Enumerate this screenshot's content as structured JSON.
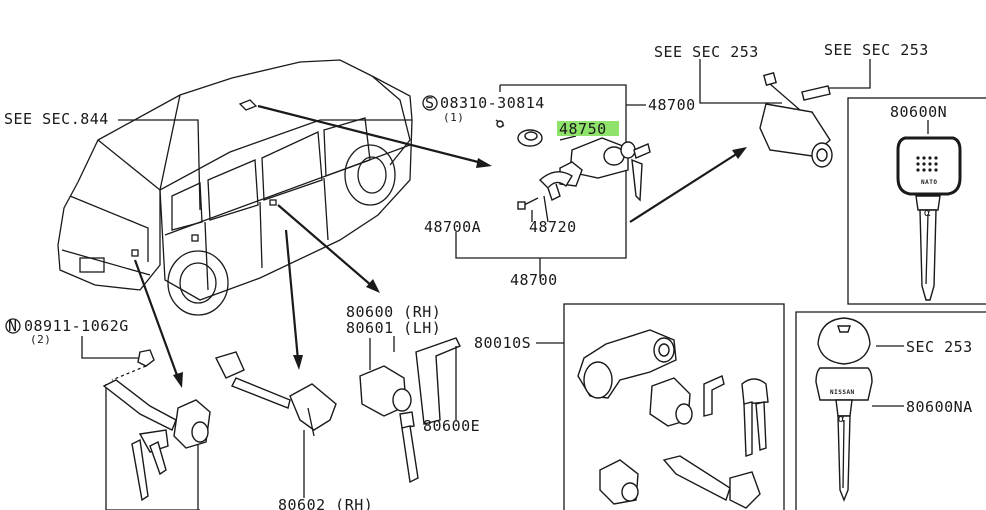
{
  "labels": {
    "see_sec_844": "SEE SEC.844",
    "bolt_code": "08310-30814",
    "bolt_code_prefix": "S",
    "bolt_qty": "(1)",
    "part_48750": "48750",
    "part_48700_top": "48700",
    "part_48700a": "48700A",
    "part_48720": "48720",
    "part_48700_bottom": "48700",
    "see_sec_253_a": "SEE SEC 253",
    "see_sec_253_b": "SEE SEC 253",
    "part_80600n": "80600N",
    "nut_code": "08911-1062G",
    "nut_code_prefix": "N",
    "nut_qty": "(2)",
    "part_80600_rh": "80600 (RH)",
    "part_80601_lh": "80601 (LH)",
    "part_80010s": "80010S",
    "part_80600e": "80600E",
    "part_80602_rh": "80602 (RH)",
    "sec_253": "SEC 253",
    "part_80600na": "80600NA",
    "key_brand_nato": "NATO",
    "key_brand_2": "NISSAN",
    "key_symbol_1": "α",
    "key_symbol_2": "α"
  },
  "colors": {
    "highlight": "#8fe36a",
    "line": "#1a1a1a",
    "background": "#ffffff"
  }
}
